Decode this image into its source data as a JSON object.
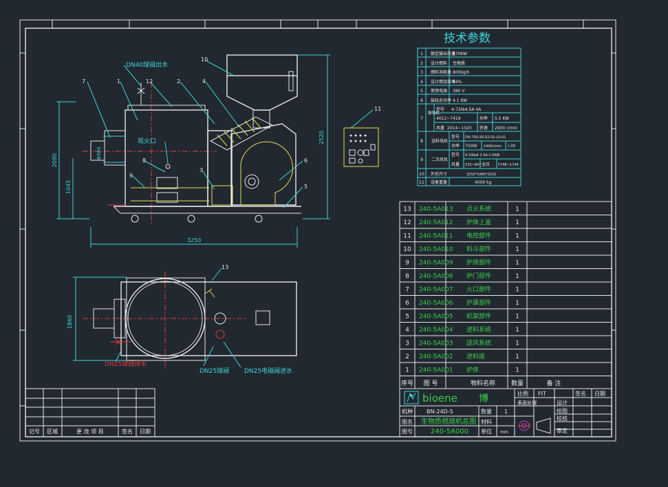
{
  "colors": {
    "background": "#212830",
    "frame": "#e8e8e8",
    "dimension": "#3fd6d6",
    "centerline": "#e33b3b",
    "part_text": "#3ed04a",
    "hidden": "#e8e050"
  },
  "tech": {
    "title": "技术参数",
    "rows": [
      {
        "no": "1",
        "name": "额定输出热量",
        "value": "870KW"
      },
      {
        "no": "2",
        "name": "设计燃料",
        "value": "生物质"
      },
      {
        "no": "3",
        "name": "燃料消耗量",
        "value": "800kg/h"
      },
      {
        "no": "4",
        "name": "设计燃烧效率",
        "value": "94%"
      },
      {
        "no": "5",
        "name": "使用电源",
        "value": "380 V"
      },
      {
        "no": "6",
        "name": "装机总功率",
        "value": "4.1 KW"
      }
    ],
    "row7": {
      "no": "7",
      "group": "鼓风机",
      "model_label": "型号",
      "model": "4-72№4.5A  4A",
      "speed": "4012~7419",
      "power_label": "功率",
      "power": "5.5 KW",
      "fan_label": "风量",
      "airflow": "2014~1320",
      "rpm_label": "转速",
      "rpm": "2900 r/min"
    },
    "row8": {
      "no": "8",
      "group": "送料电机",
      "model_label": "型号",
      "model": "DH-750-30-S2-01-L0-01",
      "power_label": "功率",
      "power": "750W",
      "speed": "1400r/min",
      "ratio": "i:30"
    },
    "row9": {
      "no": "9",
      "group": "二次风机",
      "model_label": "型号",
      "model": "9-19№4 2.5A-1.5KW",
      "fan_label": "风量",
      "airflow": "533~847",
      "pressure_label": "全压",
      "pressure": "5748~1744"
    },
    "row10": {
      "no": "10",
      "name": "外形尺寸",
      "value": "3250*1990*2520"
    },
    "row11": {
      "no": "11",
      "name": "设备重量",
      "value": "4000  kg"
    }
  },
  "bom": {
    "rows": [
      {
        "no": "13",
        "code": "240-5A013",
        "name": "点火系统",
        "qty": "1"
      },
      {
        "no": "12",
        "code": "240-5A012",
        "name": "炉体上盖",
        "qty": "1"
      },
      {
        "no": "11",
        "code": "240-5A011",
        "name": "电控部件",
        "qty": "1"
      },
      {
        "no": "10",
        "code": "240-5A010",
        "name": "料斗部件",
        "qty": "1"
      },
      {
        "no": "9",
        "code": "240-5A009",
        "name": "炉排部件",
        "qty": "1"
      },
      {
        "no": "8",
        "code": "240-5A008",
        "name": "炉门部件",
        "qty": "1"
      },
      {
        "no": "7",
        "code": "240-5A007",
        "name": "火口部件",
        "qty": "1"
      },
      {
        "no": "6",
        "code": "240-5A006",
        "name": "护罩部件",
        "qty": "1"
      },
      {
        "no": "5",
        "code": "240-5A005",
        "name": "机架部件",
        "qty": "1"
      },
      {
        "no": "4",
        "code": "240-5A004",
        "name": "进料系统",
        "qty": "1"
      },
      {
        "no": "3",
        "code": "240-5A003",
        "name": "送风系统",
        "qty": "1"
      },
      {
        "no": "2",
        "code": "240-5A002",
        "name": "进料座",
        "qty": "1"
      },
      {
        "no": "1",
        "code": "240-5A001",
        "name": "炉体",
        "qty": "1"
      }
    ],
    "header": {
      "no": "序号",
      "code": "图  号",
      "name": "物料名称",
      "qty": "数量",
      "note": "备      注"
    }
  },
  "title_block": {
    "brand": "bioene",
    "brand_cn": "博",
    "ratio_label": "比例",
    "ratio_value": "FIT",
    "surface_label": "表面处理",
    "model_label": "机种",
    "model_value": "BN-24D-5",
    "qty_label": "数量",
    "qty_value": "1",
    "drawing_name_label": "图名",
    "drawing_name": "生物质燃烧机总图",
    "material_label": "材料",
    "drawing_no_label": "图号",
    "drawing_no": "240-5A000",
    "unit_label": "单位",
    "unit_value": "mm",
    "sign_label": "签名",
    "date_label": "日期",
    "design": "设计",
    "draw": "绘图",
    "check": "校核",
    "approve": "审定"
  },
  "revision_block": {
    "no": "记号",
    "zone": "区域",
    "change": "更 改 项 目",
    "sign": "签名",
    "date": "日期"
  },
  "front_view": {
    "outlet_label": "DN40球阀出水",
    "port_label": "观火口",
    "dim_total_width": "3250",
    "dim_height_total": "2520",
    "dim_height_body": "2090",
    "dim_height_low": "1045",
    "dim_flange": "Φ580",
    "balloons": [
      "10",
      "7",
      "1",
      "12",
      "2",
      "4",
      "3",
      "8",
      "9",
      "6",
      "5",
      "11"
    ]
  },
  "top_view": {
    "drain_label": "DN25球阀排水",
    "valve_label": "DN25球阀",
    "solenoid_label": "DN25电磁阀进水",
    "dim_depth": "1860",
    "balloon": "13"
  }
}
